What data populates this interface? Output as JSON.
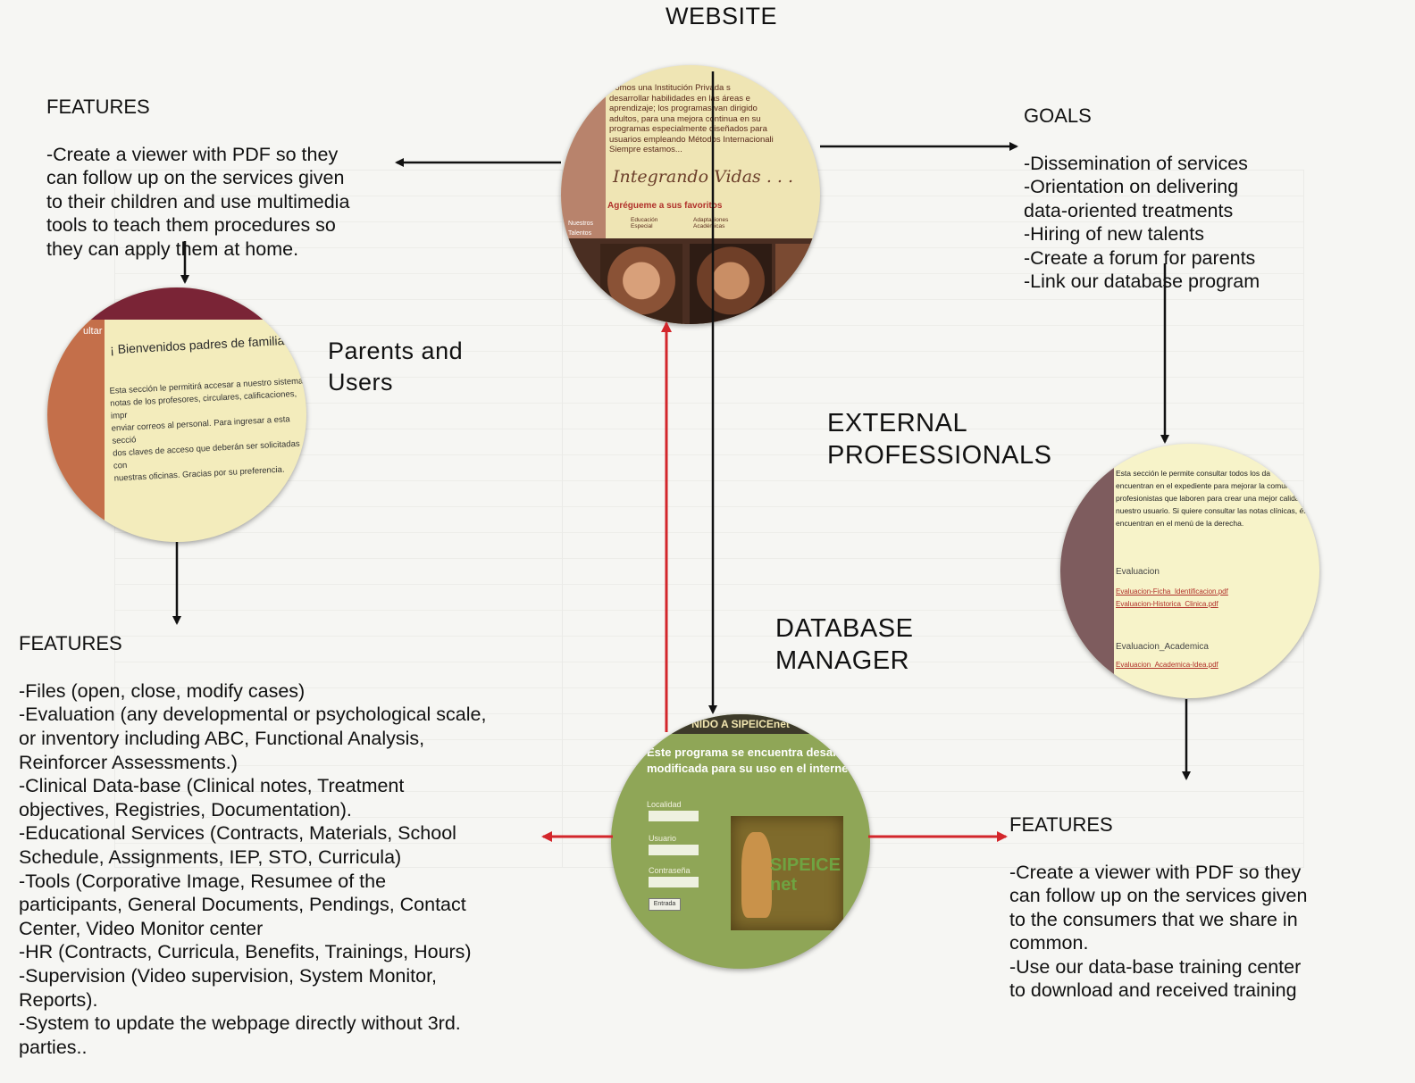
{
  "colors": {
    "black_arrow": "#111111",
    "red_arrow": "#d3262b",
    "website_bg": "#efe5b4",
    "parents_bg": "#f3ecbc",
    "maroon": "#7a2436",
    "professionals_bg": "#f7f3c9",
    "database_green": "#8fa657"
  },
  "diagram": {
    "website_title": "WEBSITE",
    "parents_title": "Parents and\nUsers",
    "external_title": "EXTERNAL\nPROFESSIONALS",
    "database_title": "DATABASE\nMANAGER",
    "features_website": {
      "title": "FEATURES",
      "body": "-Create a viewer with PDF so they\ncan follow up on the services given\nto their children and use multimedia\ntools to teach them procedures so\nthey can apply them at home."
    },
    "goals": {
      "title": "GOALS",
      "body": "-Dissemination of services\n-Orientation on delivering\ndata-oriented treatments\n-Hiring of new talents\n-Create a forum for parents\n-Link our database program"
    },
    "features_database": {
      "title": "FEATURES",
      "body": "-Files (open, close, modify cases)\n-Evaluation (any developmental or psychological scale,\nor inventory including ABC, Functional Analysis,\nReinforcer Assessments.)\n-Clinical Data-base (Clinical notes, Treatment\nobjectives, Registries, Documentation).\n-Educational Services (Contracts, Materials, School\nSchedule, Assignments, IEP, STO, Curricula)\n-Tools (Corporative Image, Resumee of the\nparticipants, General Documents, Pendings, Contact\nCenter, Video Monitor center\n-HR (Contracts, Curricula, Benefits, Trainings, Hours)\n-Supervision (Video supervision, System Monitor,\nReports).\n-System to update the webpage directly without 3rd.\nparties.."
    },
    "features_professionals": {
      "title": "FEATURES",
      "body": "-Create a viewer with PDF so they\ncan follow up on the services given\nto the consumers that we share in\ncommon.\n-Use our data-base training center\nto download and received training"
    }
  },
  "website_screenshot": {
    "intro": "Somos una Institución Privada s\ndesarrollar habilidades en las áreas e\naprendizaje; los programas van dirigido\nadultos, para una mejora continua en su\nprogramas especialmente diseñados para\nusuarios empleando Métodos Internacionali\nSiempre estamos...",
    "slogan": "Integrando Vidas . . .",
    "favorites": "Agrégueme a sus favoritos",
    "links": [
      "Educación\nEspecial",
      "Adaptaciones\nAcadémicas"
    ],
    "side_link": "Nuestros Talentos"
  },
  "parents_screenshot": {
    "menu_label": "ultar",
    "greeting": "¡ Bienvenidos padres de familia !",
    "body": "Esta sección le permitirá accesar a nuestro sistema\nnotas de los profesores, circulares, calificaciones, impr\nenviar correos al personal. Para ingresar a esta secció\ndos claves de acceso que deberán ser solicitadas con\nnuestras oficinas. Gracias por su preferencia."
  },
  "professionals_screenshot": {
    "intro": "Esta sección le permite consultar todos los da\nencuentran en el expediente para mejorar la comun\nprofesionistas que laboren para crear una mejor calidad\nnuestro usuario. Si quiere consultar las notas clínicas, éstas\nencuentran en el menú de la derecha.",
    "evaluation_heading": "Evaluacion",
    "evaluation_links": [
      "Evaluacion-Ficha_Identificacion.pdf",
      "Evaluacion-Historica_Clinica.pdf"
    ],
    "academic_heading": "Evaluacion_Academica",
    "academic_links": [
      "Evaluacion_Academica-Idea.pdf"
    ]
  },
  "database_screenshot": {
    "header": "NIDO A SIPEICEnet",
    "notice": "Este programa se encuentra desarro\nmodificada para su uso en el internet",
    "fields": [
      "Localidad",
      "Usuario",
      "Contraseña"
    ],
    "button": "Entrada",
    "logo": "SIPEICEnet"
  }
}
